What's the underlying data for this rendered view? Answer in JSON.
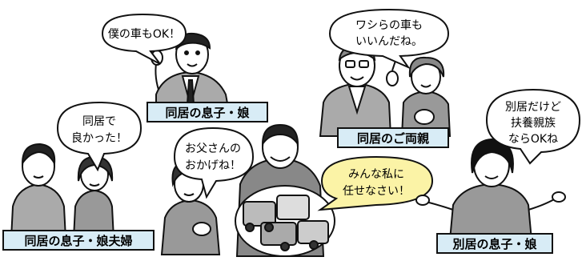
{
  "bubbles": {
    "top_son": "僕の車もOK！",
    "parents": [
      "ワシらの車も",
      "いいんだね。"
    ],
    "left_couple": [
      "同居で",
      "良かった！"
    ],
    "mother": [
      "お父さんの",
      "おかげね！"
    ],
    "father": [
      "みんな私に",
      "任せなさい！"
    ],
    "separate": [
      "別居だけど",
      "扶養親族",
      "ならOKね"
    ]
  },
  "labels": {
    "top_son": "同居の息子・娘",
    "parents": "同居のご両親",
    "left_couple": "同居の息子・娘夫婦",
    "separate": "別居の息子・娘"
  },
  "colors": {
    "label_bg": "#d8ecf6",
    "father_bubble": "#fbf3a6",
    "outline": "#111111"
  }
}
